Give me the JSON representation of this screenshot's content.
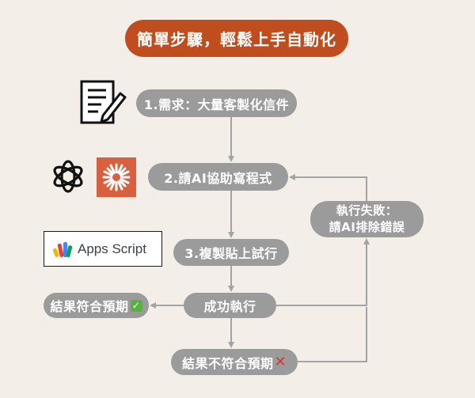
{
  "title": "簡單步驟，輕鬆上手自動化",
  "steps": {
    "step1": "1.需求：大量客製化信件",
    "step2": "2.請AI協助寫程式",
    "step3": "3.複製貼上試行",
    "success": "成功執行",
    "fail": "結果不符合預期",
    "ok_result": "結果符合預期"
  },
  "retry": {
    "line1": "執行失敗：",
    "line2": "請AI排除錯誤"
  },
  "apps_script": {
    "label": "Apps Script"
  },
  "icons": [
    "document-pencil-icon",
    "chatgpt-logo-icon",
    "claude-logo-icon",
    "apps-script-logo-icon",
    "check-mark-icon",
    "cross-mark-icon"
  ],
  "colors": {
    "accent": "#c04d1e",
    "pill": "#9b9b9b",
    "line": "#a3a3a3",
    "background": "#f3efe8",
    "claude": "#d9603f"
  }
}
